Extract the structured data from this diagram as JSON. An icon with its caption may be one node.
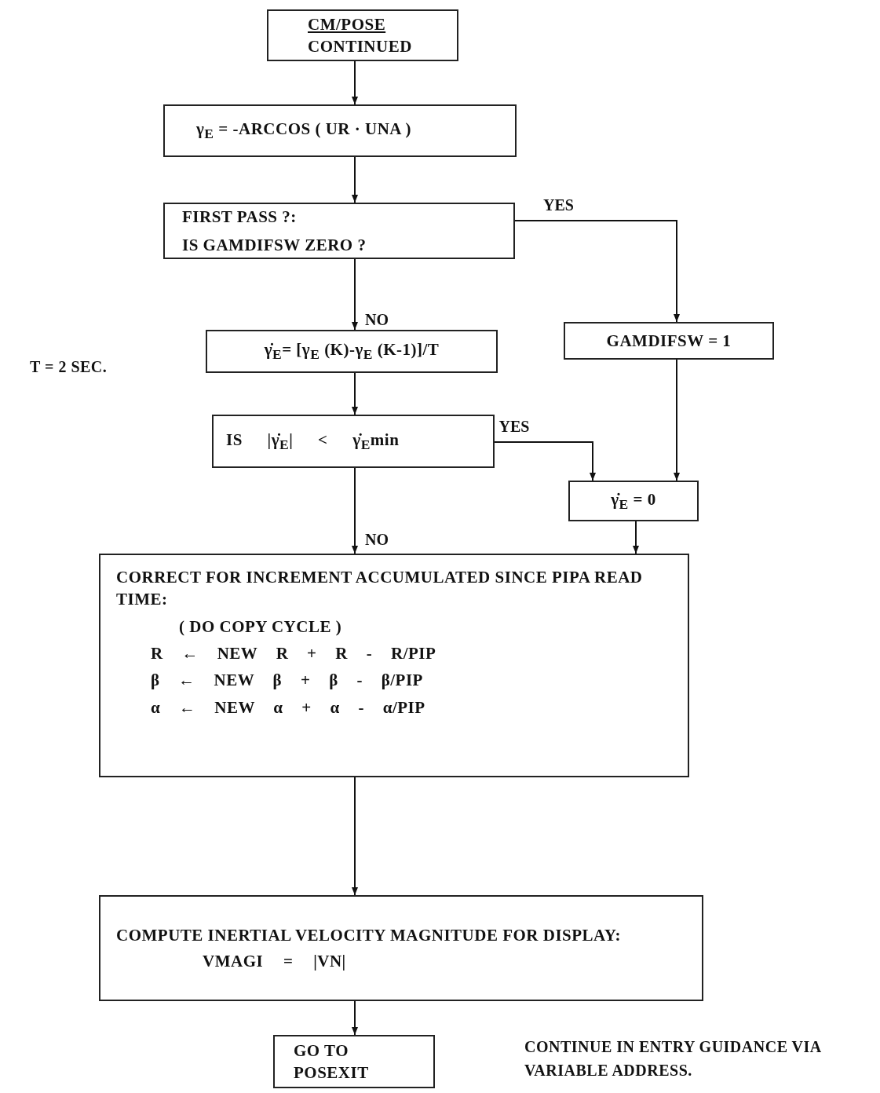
{
  "diagram": {
    "nodes": [
      {
        "text": [
          "CM/POSE",
          "CONTINUED"
        ]
      },
      {
        "text": [
          "γ$_{E}$ = -ARCCOS ( UR · UNA )"
        ]
      },
      {
        "text": [
          "FIRST PASS ?:",
          "IS GAMDIFSW ZERO ?"
        ]
      },
      {
        "text": [
          "γ̇$_{E}$= [γ$_{E}$ (K)-γ$_{E}$ (K-1)]/T"
        ]
      },
      {
        "text": [
          "GAMDIFSW = 1"
        ]
      },
      {
        "text": [
          "IS |γ̇$_{E}$| < γ̇$_{E}$min"
        ]
      },
      {
        "text": [
          "γ̇$_{E}$ = 0"
        ]
      },
      {
        "text": [
          "CORRECT FOR INCREMENT ACCUMULATED SINCE PIPA READ TIME:",
          "( DO COPY CYCLE )",
          "R ← NEW R + R - R/PIP",
          "β ← NEW β + β - β/PIP",
          "α ← NEW α + α - α/PIP"
        ]
      },
      {
        "text": [
          "COMPUTE INERTIAL VELOCITY MAGNITUDE FOR DISPLAY:",
          "VMAGI = |VN|"
        ]
      },
      {
        "text": [
          "GO TO POSEXIT"
        ]
      }
    ],
    "edges": [
      {
        "from": 0,
        "to": 1,
        "arrow": "to"
      },
      {
        "from": 1,
        "to": 2,
        "arrow": "to"
      },
      {
        "from": 2,
        "to": 3,
        "arrow": "to",
        "label": "NO"
      },
      {
        "from": 2,
        "to": 4,
        "arrow": "to",
        "label": "YES"
      },
      {
        "from": 3,
        "to": 5,
        "arrow": "to"
      },
      {
        "from": 5,
        "to": 6,
        "arrow": "to",
        "label": "YES"
      },
      {
        "from": 4,
        "to": 6,
        "arrow": "to"
      },
      {
        "from": 5,
        "to": 7,
        "arrow": "to",
        "label": "NO"
      },
      {
        "from": 6,
        "to": 7,
        "arrow": "to"
      },
      {
        "from": 7,
        "to": 8,
        "arrow": "to"
      },
      {
        "from": 8,
        "to": 9,
        "arrow": "to"
      }
    ],
    "labels": [
      "T = 2 SEC.",
      "CONTINUE IN ENTRY GUIDANCE VIA VARIABLE ADDRESS."
    ]
  }
}
